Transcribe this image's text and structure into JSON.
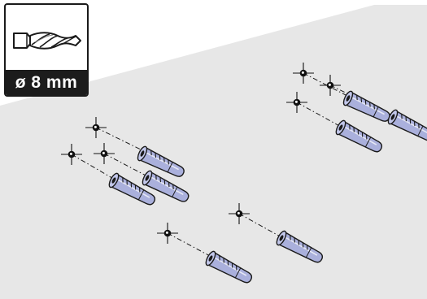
{
  "badge": {
    "icon": "drill-bit-icon",
    "label": "ø 8 mm"
  },
  "colors": {
    "wall": "#e7e7e7",
    "anchor_fill": "#aab0dc",
    "anchor_stroke": "#1a1a1a",
    "badge_background": "#1c1c1c",
    "badge_text": "#ffffff"
  },
  "icons": [
    "drill-bit-icon",
    "drill-hole-crosshair",
    "wall-plug-anchor"
  ]
}
